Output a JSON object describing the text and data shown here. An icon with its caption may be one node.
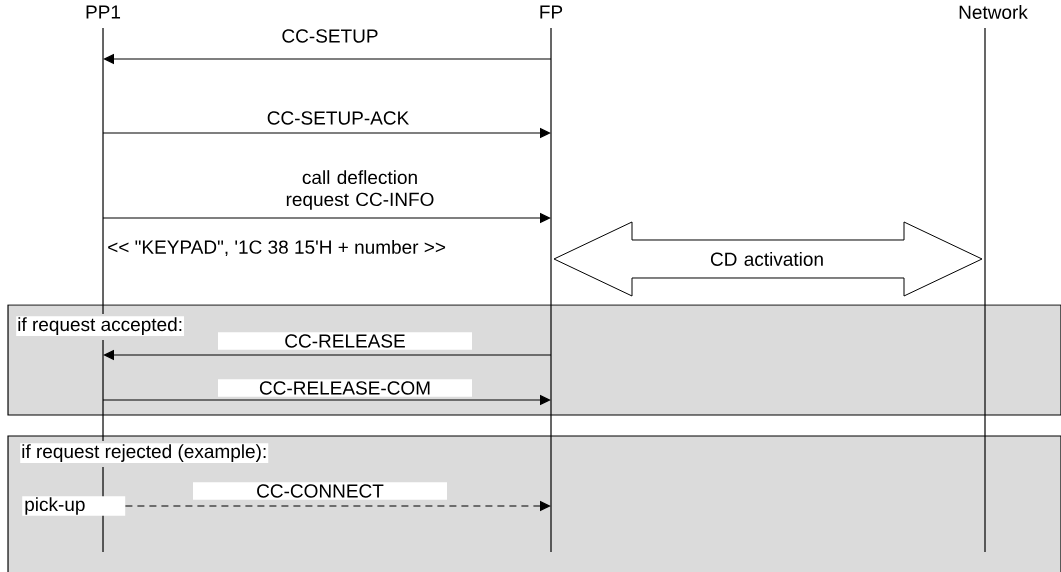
{
  "diagram": {
    "nodes": [
      {
        "text": [
          "PP1"
        ]
      },
      {
        "text": [
          "FP"
        ]
      },
      {
        "text": [
          "Network"
        ]
      },
      {
        "text": [
          "pick-up"
        ]
      }
    ],
    "edges": [
      {
        "from": 1,
        "to": 0,
        "arrow": "to",
        "label": "CC-SETUP"
      },
      {
        "from": 0,
        "to": 1,
        "arrow": "to",
        "label": "CC-SETUP-ACK"
      },
      {
        "from": 0,
        "to": 1,
        "arrow": "to",
        "label": "call deflection request CC-INFO"
      },
      {
        "from": 1,
        "to": 2,
        "arrow": "both",
        "label": "CD activation",
        "style": "thick"
      },
      {
        "from": 1,
        "to": 0,
        "arrow": "to",
        "label": "CC-RELEASE"
      },
      {
        "from": 0,
        "to": 1,
        "arrow": "to",
        "label": "CC-RELEASE-COM"
      },
      {
        "from": 3,
        "to": 1,
        "arrow": "to",
        "label": "CC-CONNECT",
        "style": "dashed"
      }
    ],
    "labels": [
      "<< \"KEYPAD\", '1C 38 15'H + number >>",
      "if request accepted:",
      "if request rejected (example):"
    ]
  }
}
